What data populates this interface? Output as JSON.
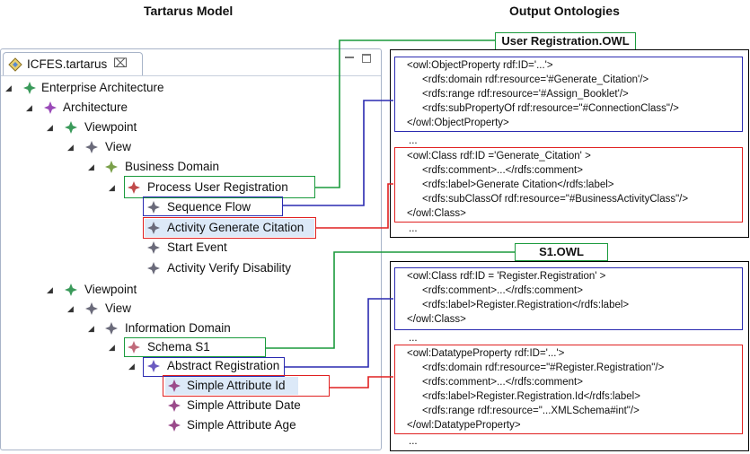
{
  "headings": {
    "left": "Tartarus Model",
    "right": "Output Ontologies"
  },
  "tab": {
    "title": "ICFES.tartarus",
    "close": "⌧"
  },
  "colors": {
    "green": "#1a9a3c",
    "blue": "#2a2ab0",
    "red": "#e02020",
    "gem_green": "#3a9a5a",
    "gem_purple": "#9a4ab8",
    "gem_gray": "#6a6a7a",
    "gem_red": "#c04a4a"
  },
  "tree": {
    "enterprise": "Enterprise Architecture",
    "architecture": "Architecture",
    "viewpoint1": "Viewpoint",
    "view1": "View",
    "business_domain": "Business Domain",
    "process_user_registration": "Process User Registration",
    "sequence_flow": "Sequence Flow",
    "activity_generate_citation": "Activity Generate Citation",
    "start_event": "Start Event",
    "activity_verify_disability": "Activity Verify Disability",
    "viewpoint2": "Viewpoint",
    "view2": "View",
    "information_domain": "Information Domain",
    "schema_s1": "Schema S1",
    "abstract_registration": "Abstract Registration",
    "simple_attribute_id": "Simple Attribute Id",
    "simple_attribute_date": "Simple Attribute Date",
    "simple_attribute_age": "Simple Attribute Age"
  },
  "ontology1": {
    "label": "User Registration.OWL",
    "blue_lines": [
      "<owl:ObjectProperty rdf:ID='...'>",
      "<rdfs:domain rdf:resource='#Generate_Citation'/>",
      "<rdfs:range rdf:resource='#Assign_Booklet'/>",
      "<rdfs:subPropertyOf rdf:resource=\"#ConnectionClass\"/>",
      "</owl:ObjectProperty>"
    ],
    "dots1": "...",
    "red_lines": [
      "<owl:Class rdf:ID ='Generate_Citation' >",
      "<rdfs:comment>...</rdfs:comment>",
      "<rdfs:label>Generate Citation</rdfs:label>",
      "<rdfs:subClassOf rdf:resource=\"#BusinessActivityClass\"/>",
      "</owl:Class>"
    ],
    "dots2": "..."
  },
  "ontology2": {
    "label": "S1.OWL",
    "blue_lines": [
      "<owl:Class rdf:ID = 'Register.Registration' >",
      "<rdfs:comment>...</rdfs:comment>",
      "<rdfs:label>Register.Registration</rdfs:label>",
      "</owl:Class>"
    ],
    "dots1": "...",
    "red_lines": [
      "<owl:DatatypeProperty rdf:ID='...'>",
      "<rdfs:domain rdf:resource=\"#Register.Registration\"/>",
      "<rdfs:comment>...</rdfs:comment>",
      "<rdfs:label>Register.Registration.Id</rdfs:label>",
      "<rdfs:range rdf:resource=\"...XMLSchema#int\"/>",
      "</owl:DatatypeProperty>"
    ],
    "dots2": "..."
  }
}
